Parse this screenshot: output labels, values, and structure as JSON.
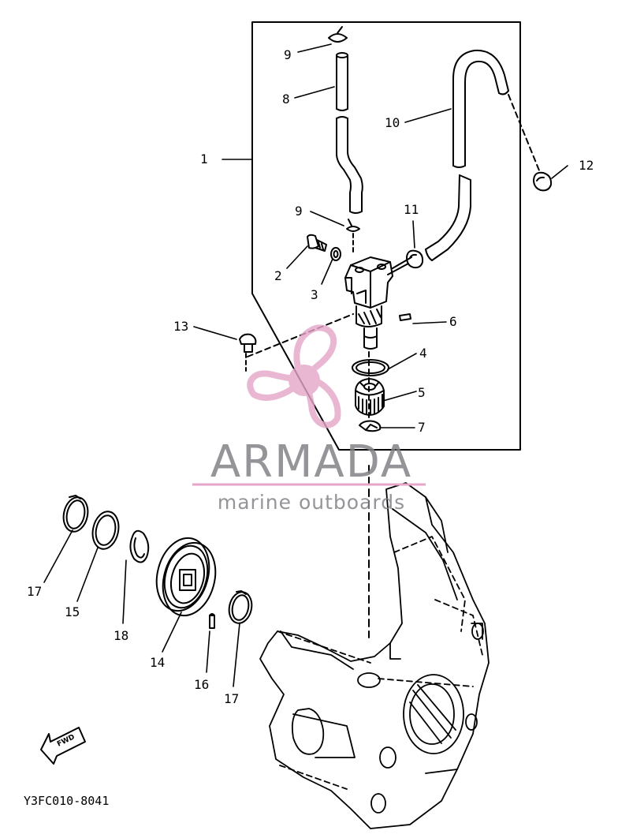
{
  "labels": {
    "p1": "1",
    "p2": "2",
    "p3": "3",
    "p4": "4",
    "p5": "5",
    "p6": "6",
    "p7": "7",
    "p8": "8",
    "p9a": "9",
    "p9b": "9",
    "p10": "10",
    "p11": "11",
    "p12": "12",
    "p13": "13",
    "p14": "14",
    "p15": "15",
    "p16": "16",
    "p17a": "17",
    "p17b": "17",
    "p18": "18"
  },
  "watermark": {
    "title": "ARMADA",
    "subtitle": "marine outboards",
    "logo_icon": "propeller-logo-icon",
    "logo_color": "#e6a6c8"
  },
  "fwd_label": "FWD",
  "drawing_code": "Y3FC010-8041",
  "colors": {
    "line": "#000000",
    "background": "#ffffff",
    "watermark_text": "#82828a"
  }
}
